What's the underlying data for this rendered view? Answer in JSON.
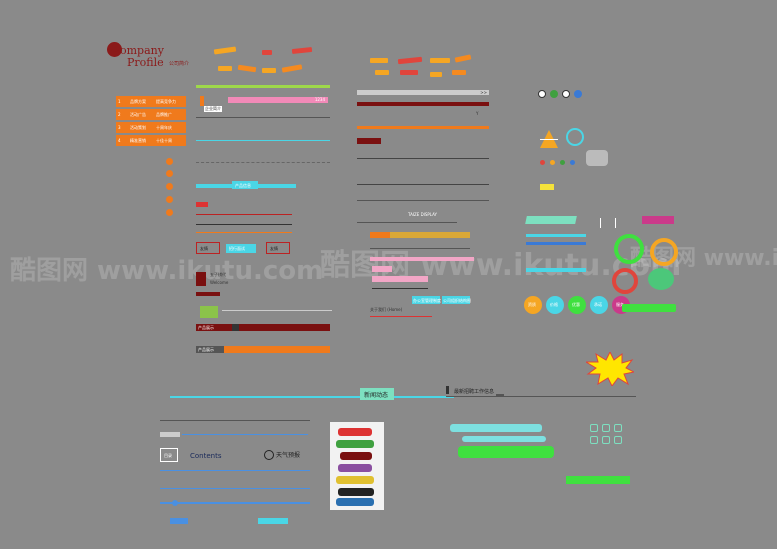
{
  "logo": {
    "letter_c": "C",
    "line1": "ompany",
    "line2": "Profile",
    "sub": "公司简介"
  },
  "list_items": [
    {
      "n": "1",
      "a": "品牌方案",
      "b": "提高竞争力"
    },
    {
      "n": "2",
      "a": "活动广告",
      "b": "品牌推广"
    },
    {
      "n": "3",
      "a": "活动策划",
      "b": "十周年庆"
    },
    {
      "n": "4",
      "a": "精准营销",
      "b": "十佳十周"
    }
  ],
  "center": {
    "input_value": "1234",
    "title_label": "企业简介",
    "tag": "产品信息",
    "btn_left": "友情",
    "btn_mid": "招行面试",
    "btn_right": "友情",
    "caption_a": "五子棋代",
    "caption_b": "Welcome",
    "product_a": "产品展示",
    "product_b": "产品展示"
  },
  "mid": {
    "arrows": ">>",
    "header_right": "Y",
    "display": "TAIZE DISPLAY",
    "btn_a": "关于我们 (Home)",
    "btn_b": "办公室管理制度",
    "btn_c": "公司组织结构图"
  },
  "sections": {
    "news": "新闻动态",
    "recruit": "最新招聘工作信息"
  },
  "bottom_left": {
    "contents": "Contents",
    "weather": "天气预报",
    "tab": "目录"
  },
  "right": {
    "badge_a": "资质",
    "badge_b": "价格",
    "badge_c": "优惠",
    "badge_d": "承诺",
    "badge_e": "服务"
  },
  "watermark": "酷图网 www.ikutu.com",
  "colors": {
    "bg": "#8a8a8a",
    "orange": "#f07a1c",
    "darkred": "#7a1010",
    "cyan": "#4ad6e6",
    "green": "#3fe03f",
    "yellow": "#ffe600"
  }
}
